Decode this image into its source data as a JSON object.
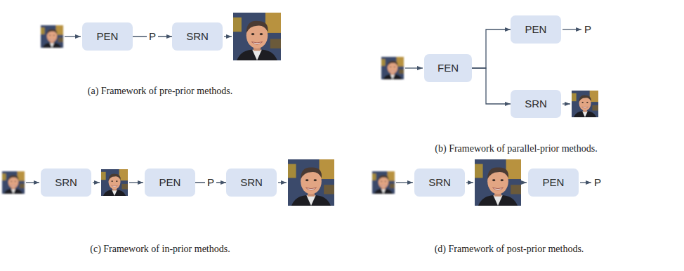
{
  "diagram": {
    "nodes": [
      {
        "text": [
          "PEN"
        ]
      },
      {
        "text": [
          "SRN"
        ]
      },
      {
        "text": [
          "FEN"
        ]
      },
      {
        "text": [
          "PEN"
        ]
      },
      {
        "text": [
          "SRN"
        ]
      },
      {
        "text": [
          "SRN"
        ]
      },
      {
        "text": [
          "PEN"
        ]
      },
      {
        "text": [
          "SRN"
        ]
      },
      {
        "text": [
          "SRN"
        ]
      },
      {
        "text": [
          "PEN"
        ]
      }
    ],
    "edges": [
      {
        "from": 0,
        "to": 1,
        "arrow": "to",
        "label": "P"
      },
      {
        "from": 2,
        "to": 3,
        "arrow": "to"
      },
      {
        "from": 2,
        "to": 4,
        "arrow": "to"
      },
      {
        "from": 6,
        "to": 7,
        "arrow": "to",
        "label": "P"
      }
    ],
    "labels": [
      "P",
      "(a) Framework of pre-prior methods.",
      "(b) Framework of parallel-prior methods.",
      "P",
      "(c) Framework of in-prior methods.",
      "(d) Framework of post-prior methods."
    ]
  }
}
